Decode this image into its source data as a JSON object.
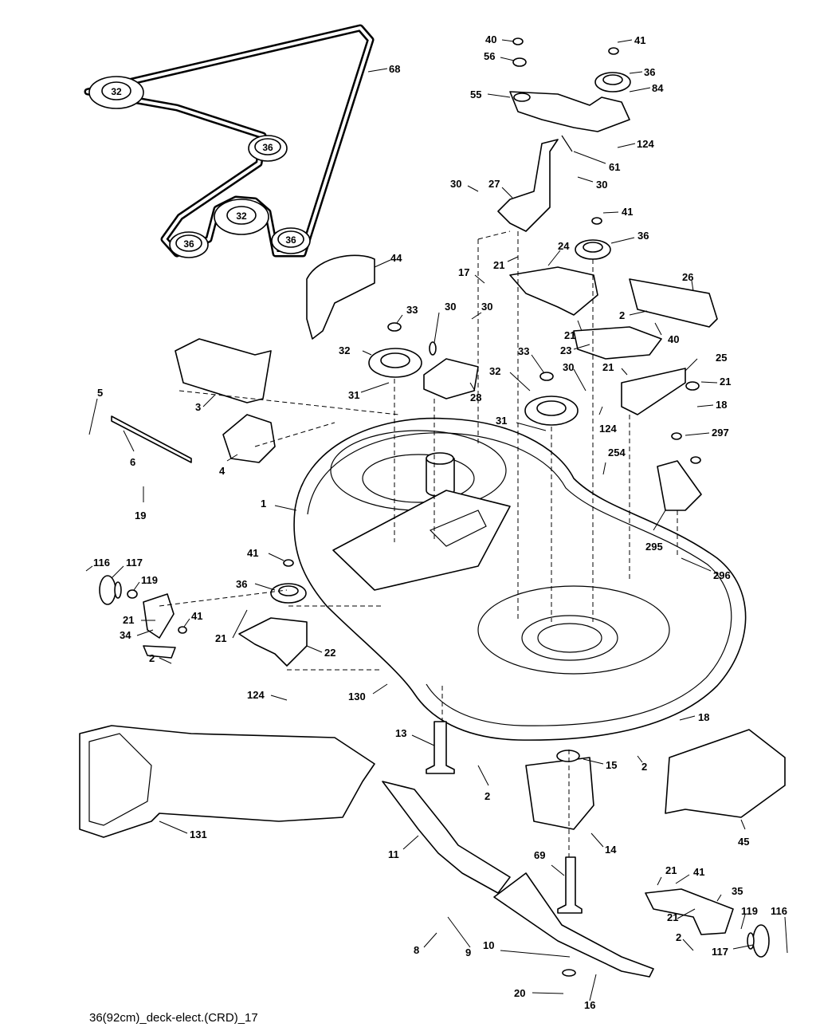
{
  "caption": "36(92cm)_deck-elect.(CRD)_17",
  "belt": {
    "pulleys": [
      "32",
      "36",
      "32",
      "36",
      "36"
    ],
    "belt_label": "68"
  },
  "callouts": [
    "40",
    "41",
    "56",
    "36",
    "84",
    "55",
    "124",
    "61",
    "30",
    "27",
    "30",
    "41",
    "36",
    "44",
    "21",
    "24",
    "17",
    "30",
    "30",
    "26",
    "33",
    "2",
    "21",
    "32",
    "23",
    "40",
    "28",
    "33",
    "30",
    "25",
    "21",
    "31",
    "32",
    "21",
    "3",
    "18",
    "5",
    "31",
    "124",
    "297",
    "6",
    "4",
    "254",
    "19",
    "1",
    "295",
    "296",
    "41",
    "116",
    "117",
    "119",
    "36",
    "21",
    "41",
    "34",
    "21",
    "22",
    "2",
    "124",
    "130",
    "13",
    "18",
    "15",
    "2",
    "2",
    "131",
    "45",
    "14",
    "11",
    "69",
    "21",
    "41",
    "35",
    "21",
    "119",
    "116",
    "2",
    "117",
    "8",
    "9",
    "10",
    "20",
    "16"
  ]
}
